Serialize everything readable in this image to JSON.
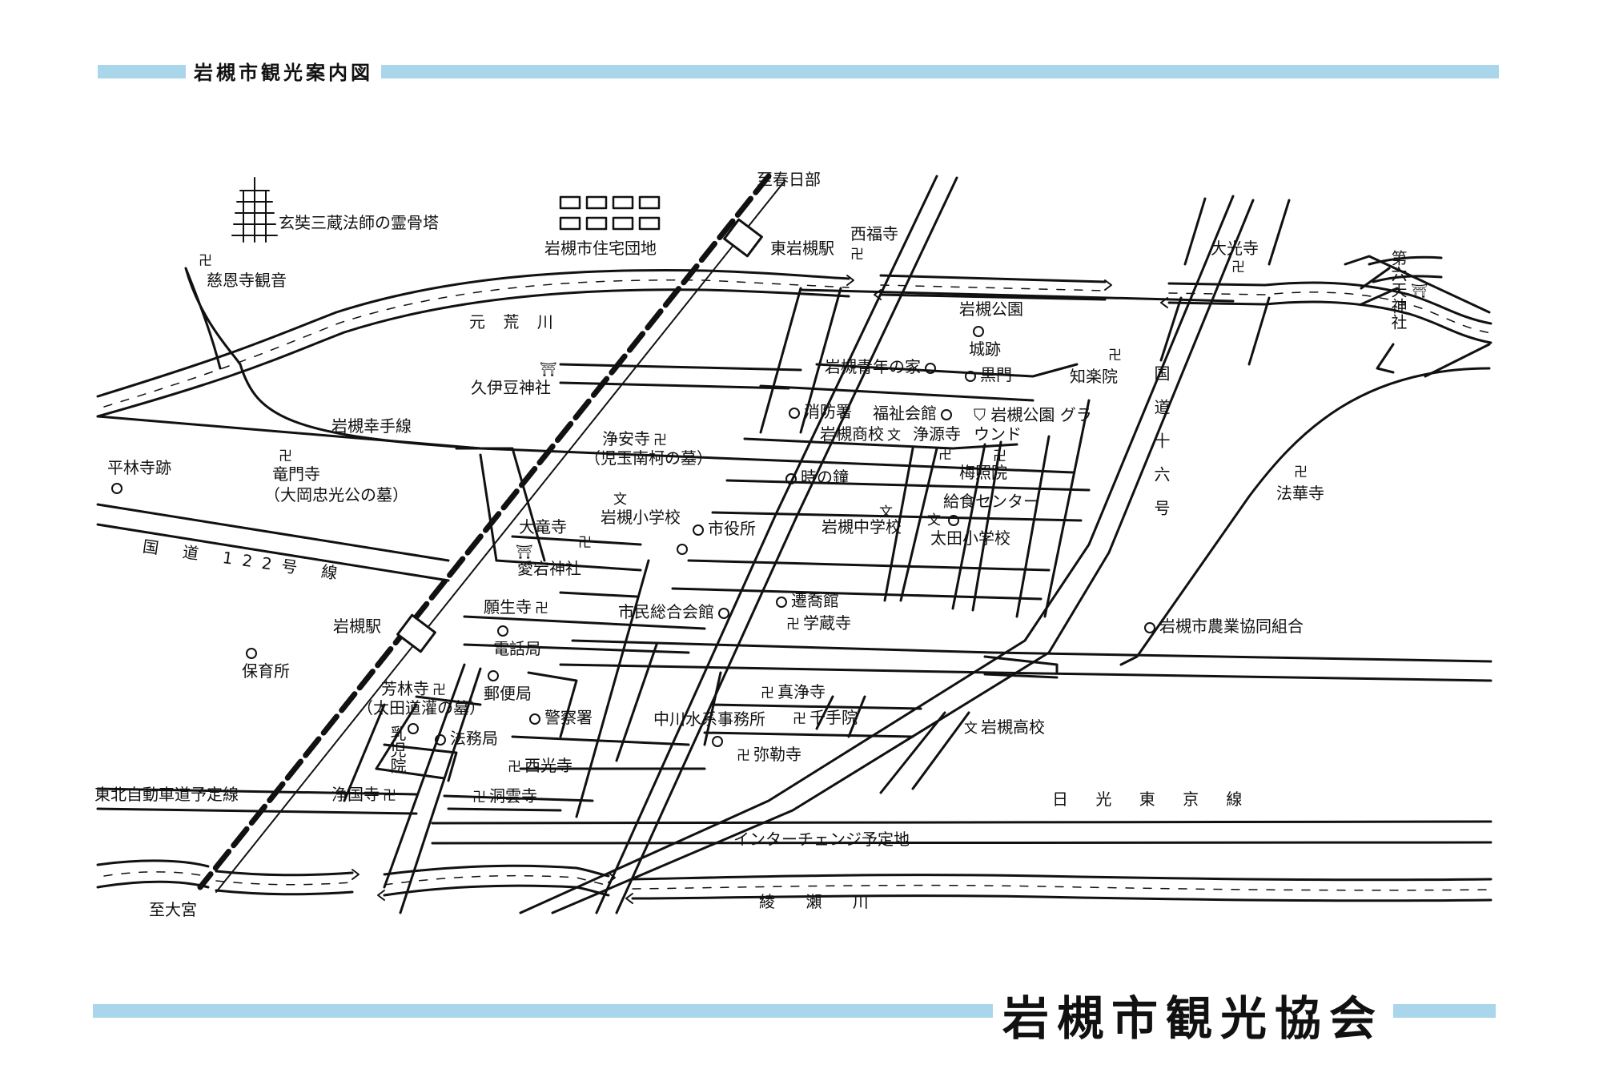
{
  "header": {
    "title": "岩槻市観光案内図"
  },
  "footer": {
    "org": "岩槻市観光協会"
  },
  "colors": {
    "band": "#a9d6ea",
    "ink": "#111111",
    "paper": "#ffffff"
  },
  "icons": {
    "temple": "卍",
    "shrine": "⛩",
    "school": "文",
    "facility": "circle",
    "ground": "shield"
  },
  "map": {
    "directions": {
      "north": "至春日部",
      "south": "至大宮"
    },
    "rivers": {
      "moto_arakawa": "元 荒 川",
      "ayase": "綾 瀬 川"
    },
    "roads": {
      "iwatsuki_satte": "岩槻幸手線",
      "route122": "国 道 122号 線",
      "route16": "国道十六号",
      "nikko_tokyo": "日 光 東 京 線",
      "tohoku_expressway": "東北自動車道予定線",
      "interchange": "インターチェンジ予定地"
    },
    "stations": {
      "higashi_iwatsuki": "東岩槻駅",
      "iwatsuki": "岩槻駅"
    },
    "places": {
      "pagoda": "玄奘三蔵法師の霊骨塔",
      "housing": "岩槻市住宅団地",
      "jionji": "慈恩寺観音",
      "saifukuji": "西福寺",
      "daikoji": "大光寺",
      "dairoku": "第六天神社",
      "park": "岩槻公園",
      "castle": "城跡",
      "youth": "岩槻青年の家",
      "kuromon": "黒門",
      "chirakuin": "知楽院",
      "kuizu": "久伊豆神社",
      "fire": "消防署",
      "welfare": "福祉会館",
      "ground": "岩槻公園 グラウンド",
      "shogyo": "岩槻商校",
      "jogenji": "浄源寺",
      "joanji": "浄安寺",
      "kodama": "（児玉南柯の墓）",
      "hirabayashi": "平林寺跡",
      "ryumonji": "竜門寺",
      "ooka": "（大岡忠光公の墓）",
      "tokinokane": "時の鐘",
      "baishoin": "梅照院",
      "kyushoku": "給食センター",
      "hokkeji": "法華寺",
      "dairyuji": "大竜寺",
      "iwatsuki_elem": "岩槻小学校",
      "cityhall": "市役所",
      "iwatsuki_jh": "岩槻中学校",
      "ota_elem": "太田小学校",
      "atago": "愛宕神社",
      "ganshoji": "願生寺",
      "denwa": "電話局",
      "shimin": "市民総合会館",
      "sengyokan": "遷喬館",
      "gakuzoji": "学蔵寺",
      "nokyo": "岩槻市農業協同組合",
      "hoikusho": "保育所",
      "horinji": "芳林寺",
      "ota_dokan": "（太田道灌の墓）",
      "yubin": "郵便局",
      "shinjoji": "真浄寺",
      "keisatsu": "警察署",
      "nakagawa": "中川水系事務所",
      "senjuin": "千手院",
      "nyuji": "乳児院",
      "homu": "法務局",
      "mirokuji": "弥勒寺",
      "koko": "岩槻高校",
      "saikoji": "西光寺",
      "jokokuji": "浄国寺",
      "tounji": "洞雲寺"
    }
  }
}
